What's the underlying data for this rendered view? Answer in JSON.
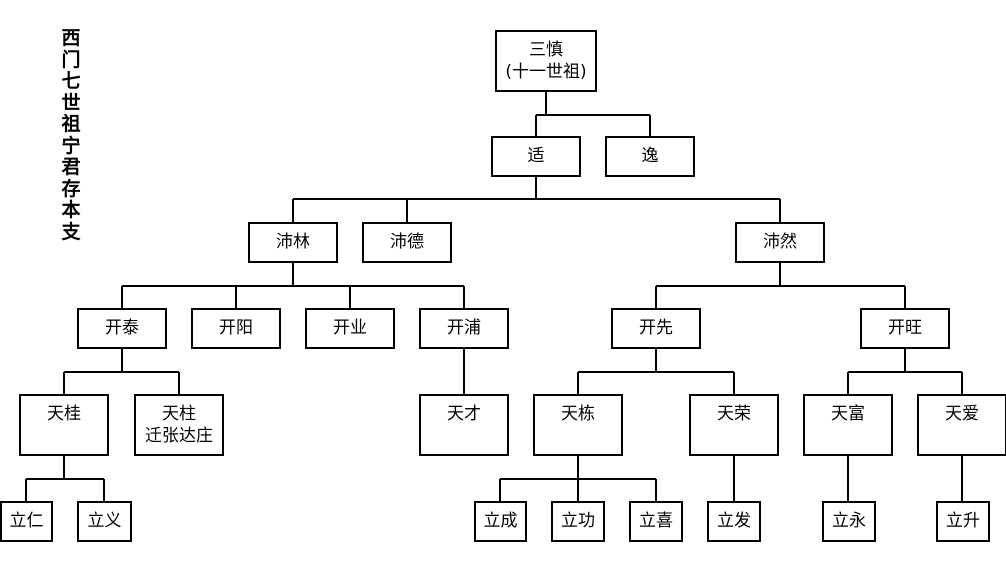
{
  "title": "西门七世祖宁君存本支",
  "nodes": {
    "n1": "三慎\n(十一世祖)",
    "n2": "适",
    "n3": "逸",
    "n4": "沛林",
    "n5": "沛德",
    "n6": "沛然",
    "n7": "开泰",
    "n8": "开阳",
    "n9": "开业",
    "n10": "开浦",
    "n11": "开先",
    "n12": "开旺",
    "n13": "天桂",
    "n14": "天柱\n迁张达庄",
    "n15": "天才",
    "n16": "天栋",
    "n17": "天荣",
    "n18": "天富",
    "n19": "天爱",
    "n20": "立仁",
    "n21": "立义",
    "n22": "立成",
    "n23": "立功",
    "n24": "立喜",
    "n25": "立发",
    "n26": "立永",
    "n27": "立升"
  }
}
